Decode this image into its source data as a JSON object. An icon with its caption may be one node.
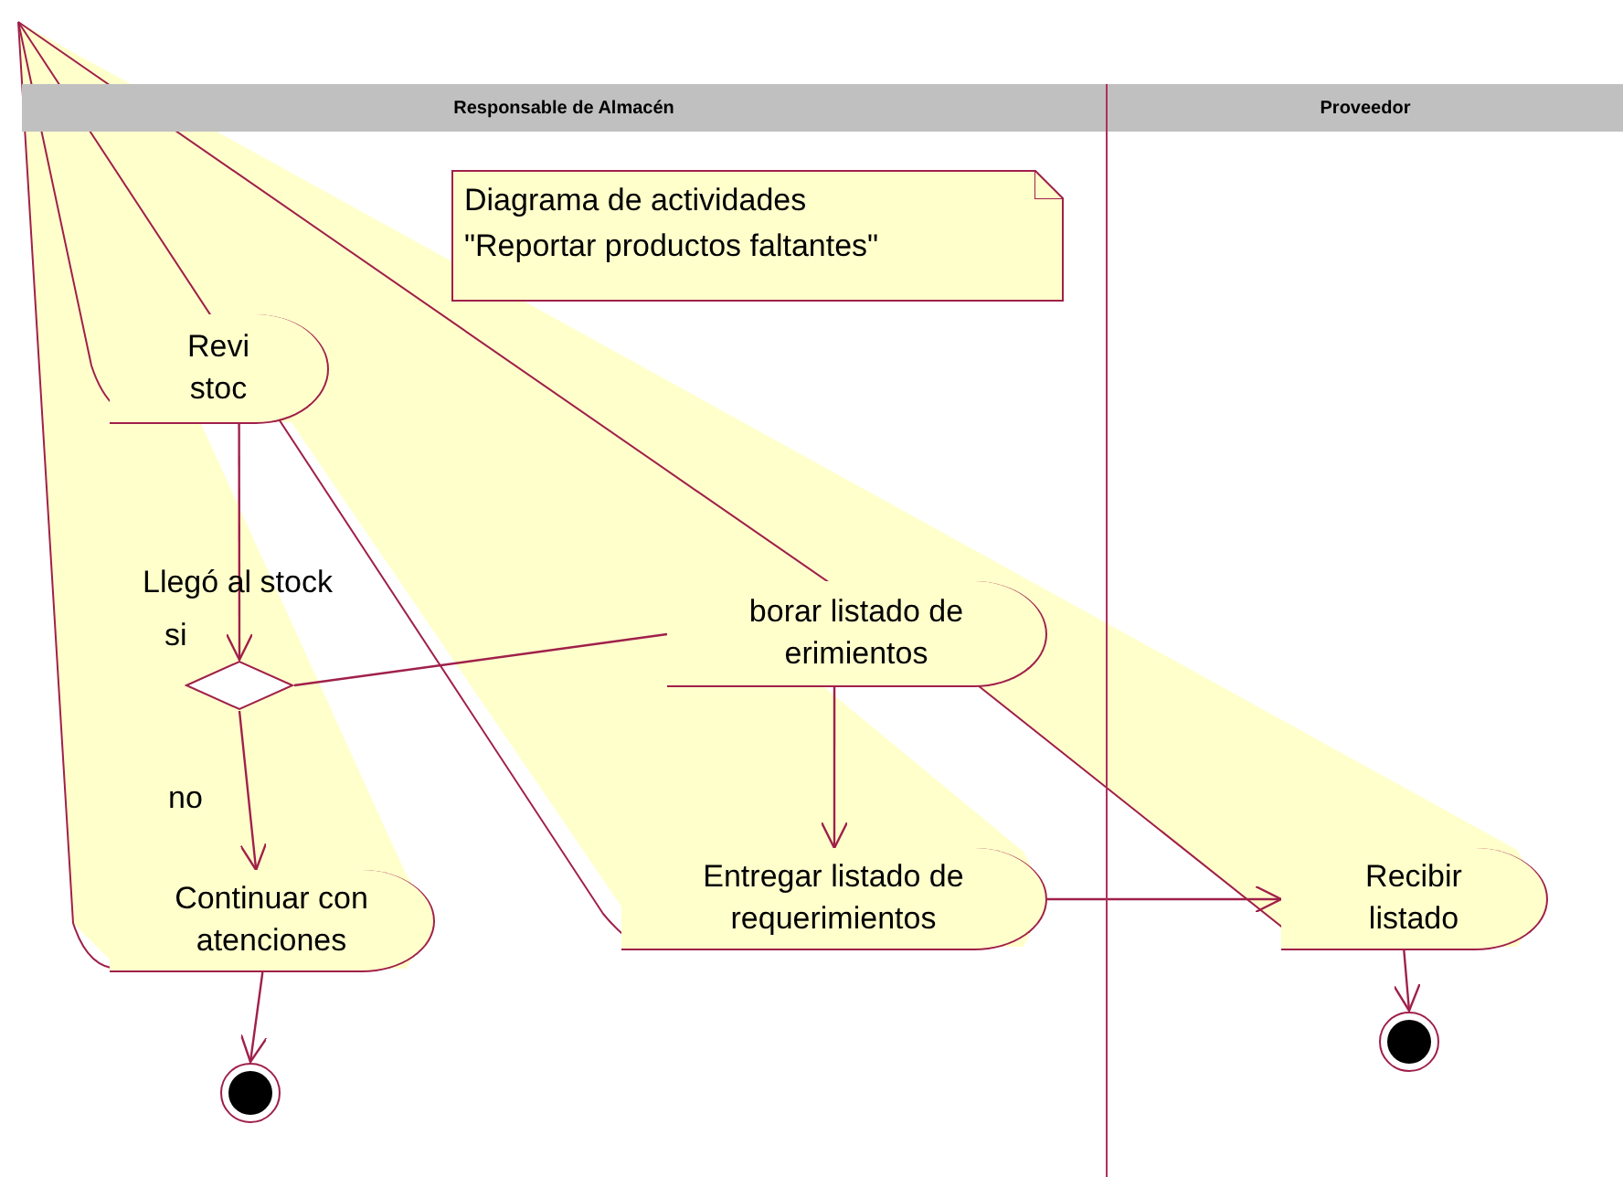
{
  "diagram": {
    "nodes": [
      {
        "text": [
          "Responsable de Almacén"
        ]
      },
      {
        "text": [
          "Proveedor"
        ]
      },
      {
        "text": [
          "Diagrama de actividades \"Reportar productos faltantes\""
        ],
        "in": 0
      },
      {
        "text": [
          "Revi stoc"
        ],
        "in": 0
      },
      {
        "text": [],
        "shape": "diamond",
        "in": 0,
        "beside": [
          "Llegó al stock"
        ]
      },
      {
        "text": [
          "borar listado de erimientos"
        ],
        "in": 0
      },
      {
        "text": [
          "Entregar listado de requerimientos"
        ],
        "in": 0
      },
      {
        "text": [
          "Continuar con atenciones"
        ],
        "in": 0
      },
      {
        "text": [],
        "shape": "circle",
        "in": 0
      },
      {
        "text": [
          "Recibir listado"
        ],
        "in": 1
      },
      {
        "text": [],
        "shape": "circle",
        "in": 1
      }
    ],
    "edges": [
      {
        "from": 3,
        "to": 4,
        "arrow": "to"
      },
      {
        "from": 4,
        "to": 5,
        "arrow": "none"
      },
      {
        "from": 4,
        "to": 7,
        "arrow": "to",
        "label": "no"
      },
      {
        "from": 5,
        "to": 6,
        "arrow": "to"
      },
      {
        "from": 7,
        "to": 8,
        "arrow": "to"
      },
      {
        "from": 6,
        "to": 9,
        "arrow": "to"
      },
      {
        "from": 9,
        "to": 10,
        "arrow": "to"
      }
    ],
    "labels": [
      "si"
    ]
  }
}
